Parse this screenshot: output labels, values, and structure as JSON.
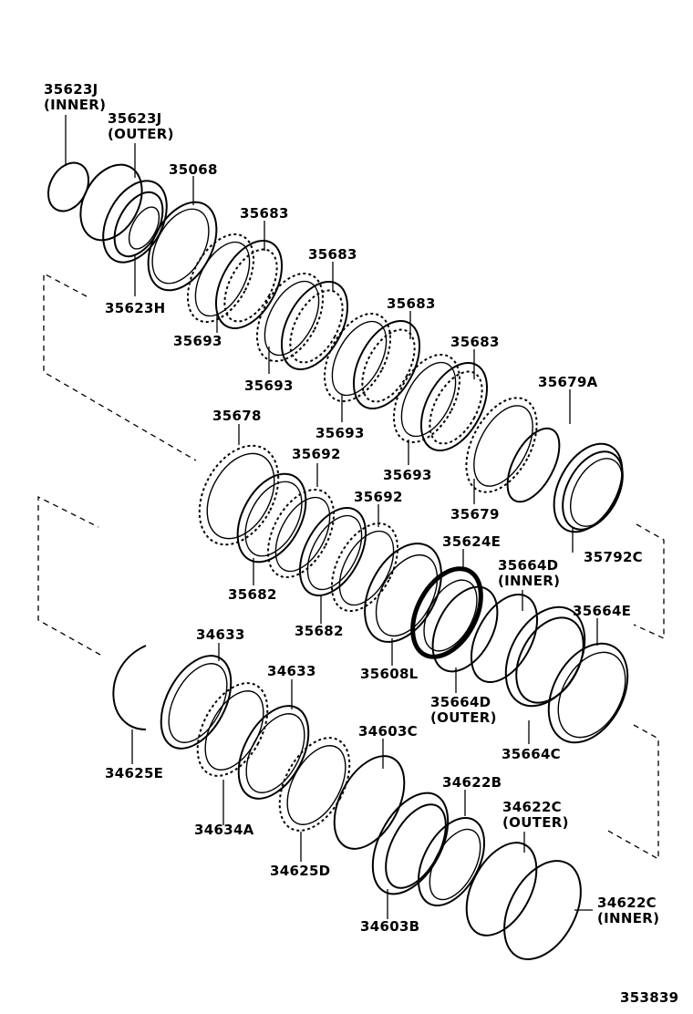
{
  "diagram_id": "353839",
  "parts": {
    "p35623J_inner": {
      "number": "35623J",
      "qualifier": "(INNER)"
    },
    "p35623J_outer": {
      "number": "35623J",
      "qualifier": "(OUTER)"
    },
    "p35068": {
      "number": "35068"
    },
    "p35623H": {
      "number": "35623H"
    },
    "p35683_a": {
      "number": "35683"
    },
    "p35683_b": {
      "number": "35683"
    },
    "p35683_c": {
      "number": "35683"
    },
    "p35683_d": {
      "number": "35683"
    },
    "p35693_a": {
      "number": "35693"
    },
    "p35693_b": {
      "number": "35693"
    },
    "p35693_c": {
      "number": "35693"
    },
    "p35693_d": {
      "number": "35693"
    },
    "p35679A": {
      "number": "35679A"
    },
    "p35679": {
      "number": "35679"
    },
    "p35792C": {
      "number": "35792C"
    },
    "p35678": {
      "number": "35678"
    },
    "p35692_a": {
      "number": "35692"
    },
    "p35692_b": {
      "number": "35692"
    },
    "p35682_a": {
      "number": "35682"
    },
    "p35682_b": {
      "number": "35682"
    },
    "p35624E": {
      "number": "35624E"
    },
    "p35664D_inner": {
      "number": "35664D",
      "qualifier": "(INNER)"
    },
    "p35664E": {
      "number": "35664E"
    },
    "p35608L": {
      "number": "35608L"
    },
    "p35664D_outer": {
      "number": "35664D",
      "qualifier": "(OUTER)"
    },
    "p35664C": {
      "number": "35664C"
    },
    "p34633_a": {
      "number": "34633"
    },
    "p34633_b": {
      "number": "34633"
    },
    "p34625E": {
      "number": "34625E"
    },
    "p34634A": {
      "number": "34634A"
    },
    "p34603C": {
      "number": "34603C"
    },
    "p34622B": {
      "number": "34622B"
    },
    "p34622C_outer": {
      "number": "34622C",
      "qualifier": "(OUTER)"
    },
    "p34625D": {
      "number": "34625D"
    },
    "p34603B": {
      "number": "34603B"
    },
    "p34622C_inner": {
      "number": "34622C",
      "qualifier": "(INNER)"
    }
  }
}
